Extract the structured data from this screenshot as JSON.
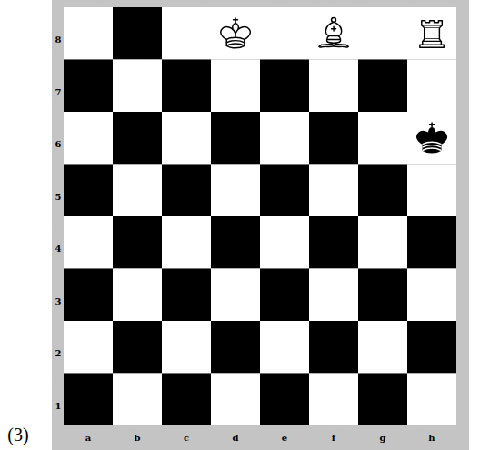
{
  "diagram": {
    "labels": [
      "(3)",
      "8",
      "7",
      "6",
      "5",
      "4",
      "3",
      "2",
      "1",
      "a",
      "b",
      "c",
      "d",
      "e",
      "f",
      "g",
      "h"
    ]
  }
}
